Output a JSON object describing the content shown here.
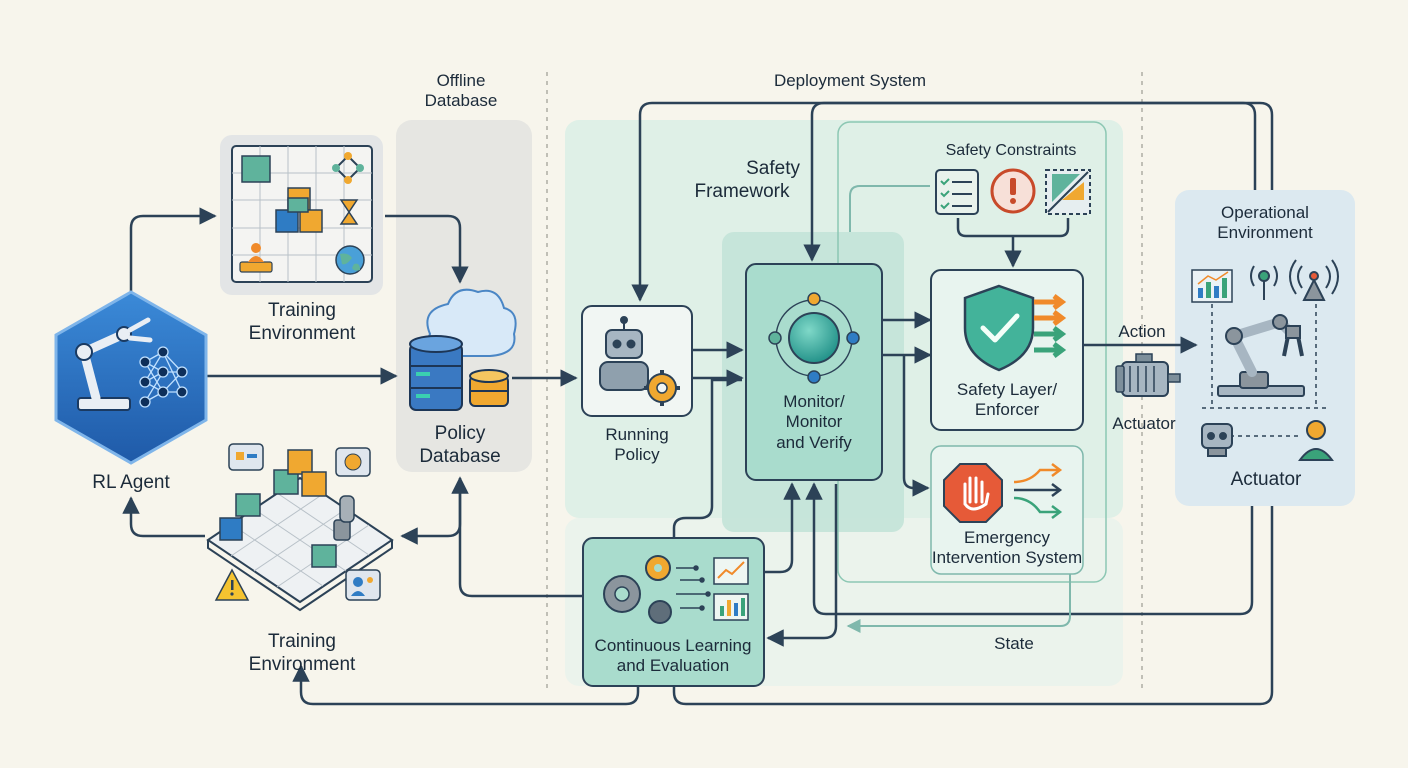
{
  "labels": {
    "offline_database": [
      "Offline",
      "Database"
    ],
    "deployment_system": "Deployment System",
    "safety_framework": [
      "Safety",
      "Framework"
    ],
    "safety_constraints": "Safety Constraints",
    "operational_environment": [
      "Operational",
      "Environment"
    ],
    "training_environment_top": [
      "Training",
      "Environment"
    ],
    "training_environment_bottom": [
      "Training",
      "Environment"
    ],
    "rl_agent": "RL Agent",
    "policy_database": [
      "Policy",
      "Database"
    ],
    "running_policy": [
      "Running",
      "Policy"
    ],
    "monitor": [
      "Monitor/",
      "Monitor",
      "and Verify"
    ],
    "safety_layer": [
      "Safety Layer/",
      "Enforcer"
    ],
    "action": "Action",
    "actuator_left": "Actuator",
    "actuator_right": "Actuator",
    "emergency": [
      "Emergency",
      "Intervention System"
    ],
    "state": "State",
    "continuous_learning": [
      "Continuous Learning",
      "and Evaluation"
    ]
  },
  "icons": {
    "rl_agent": "robot-arm-neural-net-icon",
    "offline_db": "cloud-database-icon",
    "running_policy": "robot-gear-icon",
    "monitor": "orbit-verify-icon",
    "safety_layer": "shield-check-icon",
    "emergency": "stop-hand-icon",
    "continuous_learning": "gears-charts-icon",
    "actuator": "motor-icon",
    "operational": "robot-arm-signals-icon"
  },
  "colors": {
    "background": "#f7f5ec",
    "line": "#2c4257",
    "teal_panel": "#dcefe7",
    "teal_box": "#a9dccd",
    "gray_panel": "#e6e6e2",
    "blue_panel": "#dce9f0",
    "agent_blue": "#2c6fc1",
    "accent_orange": "#f08a2a",
    "accent_green": "#3aa37a"
  }
}
